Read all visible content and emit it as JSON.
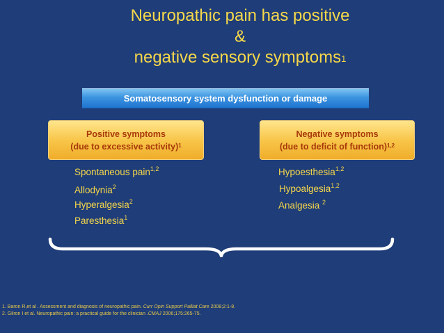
{
  "title": {
    "line1": "Neuropathic pain has positive",
    "line2": "&",
    "line3": "negative sensory symptoms",
    "line3_sup": "1"
  },
  "banner": "Somatosensory system dysfunction or damage",
  "positive": {
    "heading": "Positive symptoms",
    "subheading": "(due to excessive activity)",
    "subheading_sup": "1",
    "items": [
      {
        "text": "Spontaneous pain",
        "sup": "1,2"
      },
      {
        "text": "Allodynia",
        "sup": "2"
      },
      {
        "text": "Hyperalgesia",
        "sup": "2"
      },
      {
        "text": "Paresthesia",
        "sup": "1"
      }
    ]
  },
  "negative": {
    "heading": "Negative symptoms",
    "subheading": "(due to deficit of function)",
    "subheading_sup": "1,2",
    "items": [
      {
        "text": "Hypoesthesia",
        "sup": "1,2"
      },
      {
        "text": "Hypoalgesia",
        "sup": "1,2"
      },
      {
        "text": "Analgesia ",
        "sup": "2"
      }
    ]
  },
  "references": [
    {
      "pre": "1. Baron R,et al . Assessment and diagnosis of neuropathic pain. ",
      "journal": "Curr Opin Support Palliat Care",
      "post": " 2008;2:1-8."
    },
    {
      "pre": "2. Gilron I et al. Neuropathic pain: a practical guide for the clinician .",
      "journal": "CMAJ",
      "post": " 2006;175:265-75."
    }
  ],
  "colors": {
    "background": "#1f3d78",
    "title_text": "#f6d84a",
    "banner": "#3b93e0",
    "symptom_box": "#f8c64a",
    "symptom_box_text": "#a8390a"
  }
}
